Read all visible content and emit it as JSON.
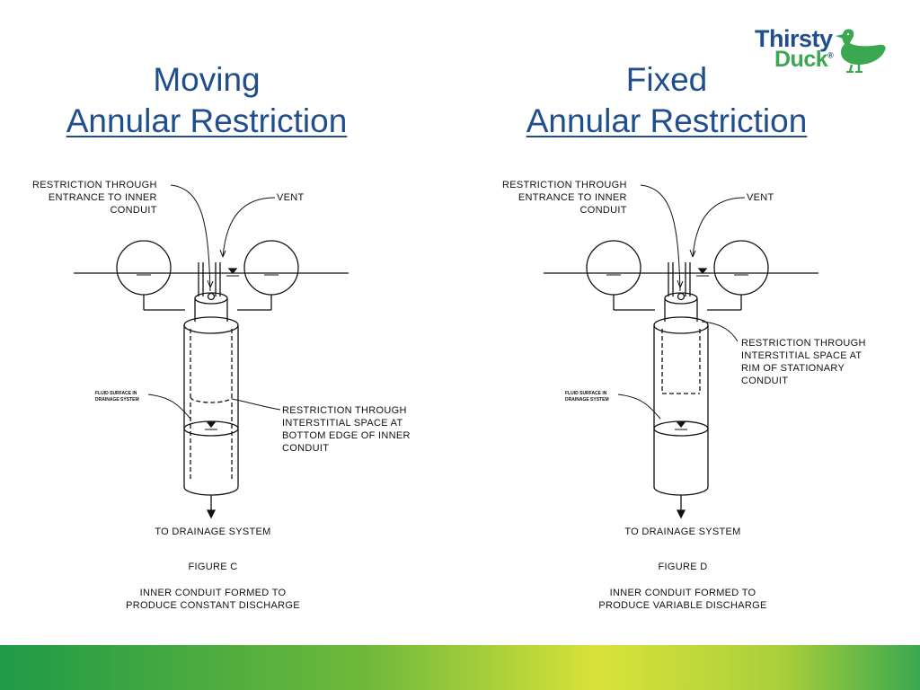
{
  "titles": {
    "left": {
      "line1": "Moving",
      "line2": "Annular Restriction"
    },
    "right": {
      "line1": "Fixed",
      "line2": "Annular Restriction"
    }
  },
  "logo": {
    "word1": "Thirsty",
    "word2": "Duck",
    "mark": "®"
  },
  "figure_c": {
    "label_entrance": "RESTRICTION THROUGH\nENTRANCE TO INNER\nCONDUIT",
    "label_vent": "VENT",
    "label_fluid": "FLUID SURFACE IN\nDRAINAGE SYSTEM",
    "label_interstitial": "RESTRICTION THROUGH\nINTERSTITIAL SPACE AT\nBOTTOM EDGE OF INNER\nCONDUIT",
    "label_to_drainage": "TO DRAINAGE SYSTEM",
    "figure_name": "FIGURE C",
    "caption": "INNER CONDUIT FORMED TO\nPRODUCE CONSTANT DISCHARGE"
  },
  "figure_d": {
    "label_entrance": "RESTRICTION THROUGH\nENTRANCE TO INNER\nCONDUIT",
    "label_vent": "VENT",
    "label_fluid": "FLUID SURFACE IN\nDRAINAGE SYSTEM",
    "label_interstitial": "RESTRICTION THROUGH\nINTERSTITIAL SPACE AT\nRIM OF STATIONARY\nCONDUIT",
    "label_to_drainage": "TO DRAINAGE SYSTEM",
    "figure_name": "FIGURE D",
    "caption": "INNER CONDUIT FORMED TO\nPRODUCE VARIABLE DISCHARGE"
  },
  "colors": {
    "title": "#1f4e8c",
    "logo_blue": "#1f4e8c",
    "logo_green": "#3aa84f",
    "line": "#111111"
  }
}
